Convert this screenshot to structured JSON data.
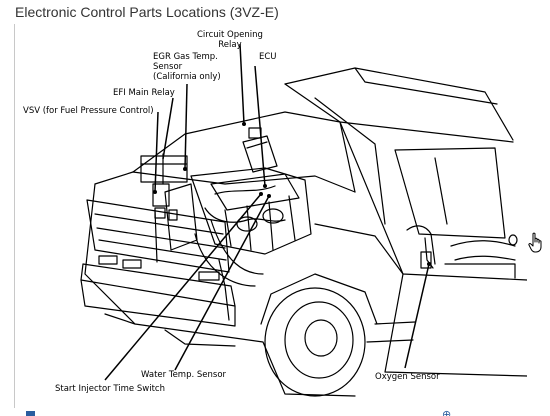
{
  "header": {
    "title": "Electronic Control Parts Locations (3VZ-E)"
  },
  "diagram": {
    "labels": {
      "circuit_opening_relay": "Circuit Opening\nRelay",
      "egr_gas_temp_sensor": "EGR Gas Temp.\nSensor\n(California only)",
      "ecu": "ECU",
      "efi_main_relay": "EFI Main Relay",
      "vsv": "VSV (for Fuel Pressure Control)",
      "water_temp_sensor": "Water Temp. Sensor",
      "start_injector_time_switch": "Start Injector Time Switch",
      "oxygen_sensor": "Oxygen Sensor"
    }
  },
  "icons": {
    "cursor": "hand-pointer-icon"
  }
}
